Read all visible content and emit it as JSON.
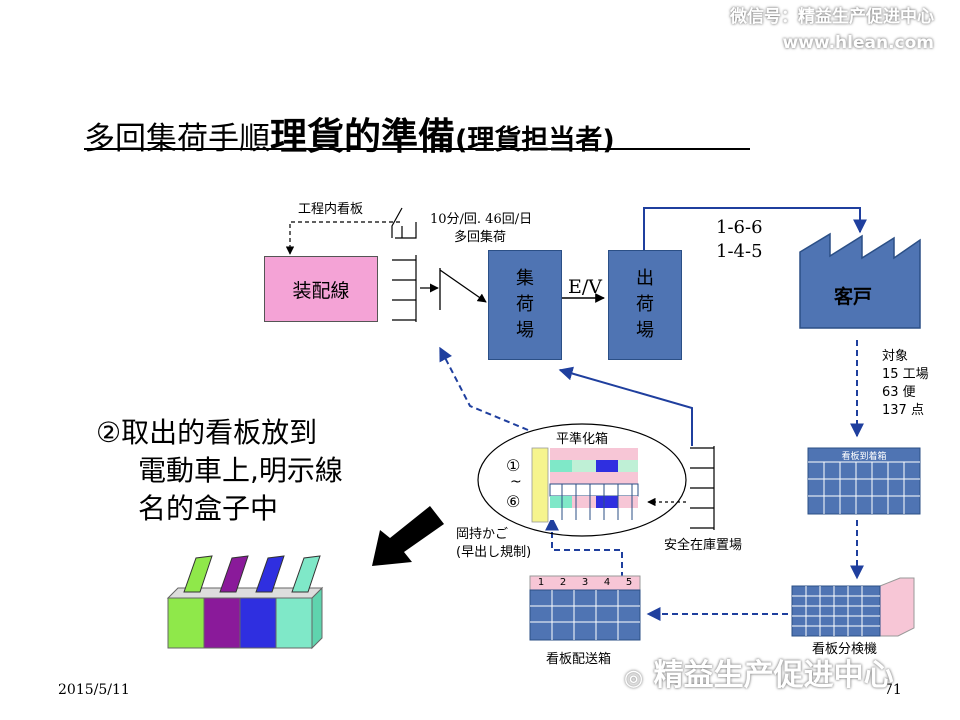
{
  "watermark": {
    "line1": "微信号：精益生产促进中心",
    "line2": "www.hlean.com",
    "bottom": "精益生产促进中心"
  },
  "title": {
    "part1": "多回集荷手順",
    "part2": "理貨的準備",
    "part3": "(理貨担当者)"
  },
  "diagram": {
    "kanban_label": "工程内看板",
    "frequency_line1": "10分/回.  46回/日",
    "frequency_line2": "多回集荷",
    "assembly_line": "装配線",
    "collection_area": "集\n荷\n場",
    "ev_label": "E/V",
    "shipping_area": "出\n荷\n場",
    "route_line1": "1-6-6",
    "route_line2": "1-4-5",
    "customer": "客戸",
    "target_title": "対象",
    "target_factories": "15 工場",
    "target_trips": "63 便",
    "target_points": "137 点",
    "kanban_arrival_box": "看板到着箱",
    "leveling_box": "平準化箱",
    "circle_1": "①",
    "tilde": "~",
    "circle_6": "⑥",
    "safety_stock": "安全在庫置場",
    "hand_basket_line1": "岡持かご",
    "hand_basket_line2": "(早出し規制)",
    "delivery_box_numbers": [
      "1",
      "2",
      "3",
      "4",
      "5"
    ],
    "delivery_box": "看板配送箱",
    "sorter": "看板分検機"
  },
  "step": {
    "line1": "②取出的看板放到",
    "line2": "電動車上,明示線",
    "line3": "名的盒子中"
  },
  "footer": {
    "date": "2015/5/11",
    "page": "71"
  },
  "colors": {
    "pink_box": "#f4a3d6",
    "blue_box": "#4f74b3",
    "dashed_blue": "#1f3f9e",
    "green": "#8fe84a",
    "purple": "#8a1a9a",
    "blue": "#2f2fe0",
    "teal": "#7fe8c8"
  }
}
